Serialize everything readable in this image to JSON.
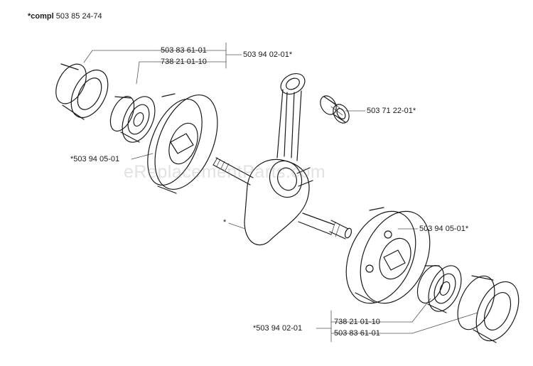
{
  "assembly": {
    "prefix": "*compl",
    "number": "503 85 24-74"
  },
  "labels": {
    "top_bearing_kit_a": "503 83 61-01",
    "top_bearing_kit_b": "738 21 01-10",
    "top_group": "503 94 02-01*",
    "needle_bearing": "503 71 22-01*",
    "left_crank_half": "*503 94 05-01",
    "crankshaft": "*",
    "right_crank_half": "503 94 05-01*",
    "bottom_group": "*503 94 02-01",
    "bottom_bearing_kit_a": "738 21 01-10",
    "bottom_bearing_kit_b": "503 83 61-01"
  },
  "watermark": "eReplacementParts.com",
  "colors": {
    "line": "#1a1a1a",
    "leader": "#555555",
    "watermark": "#969696"
  }
}
